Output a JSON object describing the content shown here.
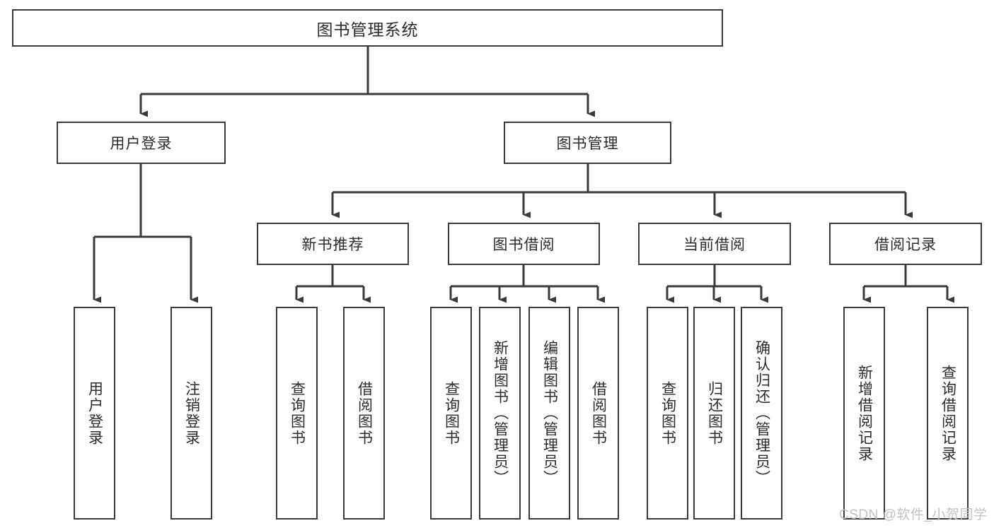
{
  "diagram": {
    "title": "图书管理系统",
    "type": "hierarchy-tree",
    "root": {
      "id": "root",
      "label": "图书管理系统"
    },
    "level2": [
      {
        "id": "user-login",
        "label": "用户登录"
      },
      {
        "id": "book-management",
        "label": "图书管理"
      }
    ],
    "level3": [
      {
        "id": "new-book-recommend",
        "label": "新书推荐",
        "parent": "book-management"
      },
      {
        "id": "book-borrow",
        "label": "图书借阅",
        "parent": "book-management"
      },
      {
        "id": "current-borrow",
        "label": "当前借阅",
        "parent": "book-management"
      },
      {
        "id": "borrow-record",
        "label": "借阅记录",
        "parent": "book-management"
      }
    ],
    "leaves": [
      {
        "id": "leaf-user-login",
        "label": "用户登录",
        "parent": "user-login"
      },
      {
        "id": "leaf-logout-login",
        "label": "注销登录",
        "parent": "user-login"
      },
      {
        "id": "leaf-query-book-1",
        "label": "查询图书",
        "parent": "new-book-recommend"
      },
      {
        "id": "leaf-borrow-book-1",
        "label": "借阅图书",
        "parent": "new-book-recommend"
      },
      {
        "id": "leaf-query-book-2",
        "label": "查询图书",
        "parent": "book-borrow"
      },
      {
        "id": "leaf-add-book",
        "label": "新增图书（管理员）",
        "parent": "book-borrow"
      },
      {
        "id": "leaf-edit-book",
        "label": "编辑图书（管理员）",
        "parent": "book-borrow"
      },
      {
        "id": "leaf-borrow-book-2",
        "label": "借阅图书",
        "parent": "book-borrow"
      },
      {
        "id": "leaf-query-book-3",
        "label": "查询图书",
        "parent": "current-borrow"
      },
      {
        "id": "leaf-return-book",
        "label": "归还图书",
        "parent": "current-borrow"
      },
      {
        "id": "leaf-confirm-return",
        "label": "确认归还（管理员）",
        "parent": "current-borrow"
      },
      {
        "id": "leaf-add-borrow-record",
        "label": "新增借阅记录",
        "parent": "borrow-record"
      },
      {
        "id": "leaf-query-borrow-record",
        "label": "查询借阅记录",
        "parent": "borrow-record"
      }
    ],
    "colors": {
      "stroke": "#3a3a3a",
      "text": "#2b2b2b",
      "background": "#ffffff",
      "watermark": "#c3c3c3"
    }
  },
  "watermark": {
    "text": "CSDN @软件_小贺同学"
  }
}
